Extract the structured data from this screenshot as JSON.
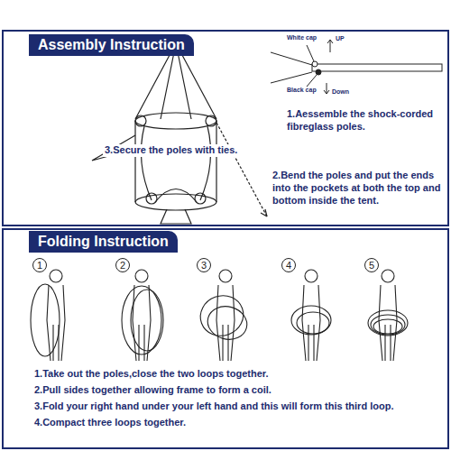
{
  "diagram": {
    "nodes": [
      {
        "text": [
          "Assembly Instruction"
        ]
      },
      {
        "text": [
          "Folding Instruction"
        ]
      }
    ],
    "labels": [
      "White cap",
      "UP",
      "Black cap",
      "Down",
      "1.Aessemble the shock-corded fibreglass poles.",
      "3.Secure the poles with ties.",
      "2.Bend the poles and put the ends into the pockets at both the top and bottom inside the tent.",
      "1",
      "2",
      "3",
      "4",
      "5",
      "1.Take out the poles,close the two loops together.",
      "2.Pull sides together allowing frame to form a coil.",
      "3.Fold your right hand under your left hand and this will form this third loop.",
      "4.Compact three loops together."
    ]
  }
}
